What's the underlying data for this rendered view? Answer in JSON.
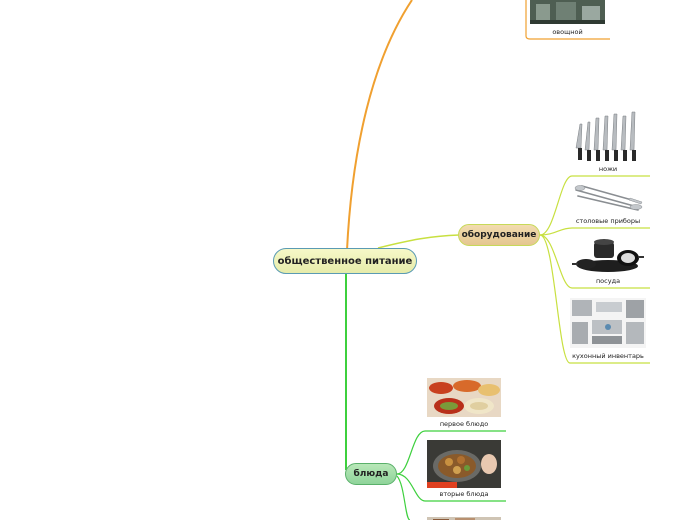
{
  "root": {
    "label": "общественное питание"
  },
  "branches": [
    {
      "key": "equipment",
      "label": "оборудование",
      "items": [
        "ножи",
        "столовые приборы",
        "посуда",
        "кухонный инвентарь"
      ]
    },
    {
      "key": "dishes",
      "label": "блюда",
      "items": [
        "первое блюдо",
        "вторые блюда"
      ]
    }
  ],
  "top_cut_leaf": {
    "label": "овощной"
  },
  "colors": {
    "orange_branch": "#f0a030",
    "equipment_branch": "#c8e040",
    "dishes_branch": "#3ed03e",
    "root_border": "#5a9bb3"
  }
}
